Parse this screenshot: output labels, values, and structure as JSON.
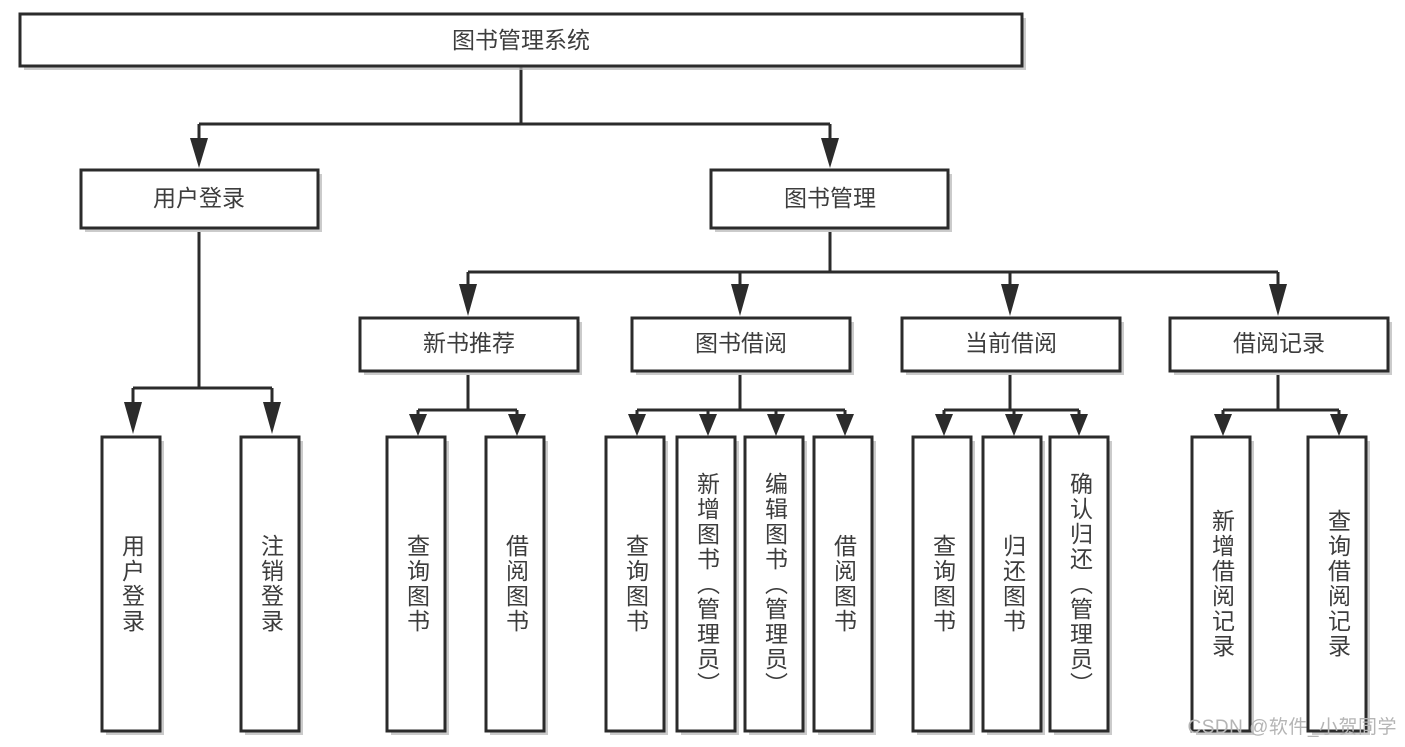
{
  "diagram": {
    "title": "图书管理系统",
    "watermark": "CSDN @软件_小贺同学",
    "colors": {
      "box_stroke": "#2b2b2b",
      "box_fill": "#ffffff",
      "text": "#3d3d3d",
      "shadow": "#b9b9b9",
      "watermark": "#b5b5b5",
      "background": "#ffffff"
    },
    "root": {
      "label": "图书管理系统"
    },
    "level2": [
      {
        "label": "用户登录"
      },
      {
        "label": "图书管理"
      }
    ],
    "level3": [
      {
        "label": "新书推荐"
      },
      {
        "label": "图书借阅"
      },
      {
        "label": "当前借阅"
      },
      {
        "label": "借阅记录"
      }
    ],
    "leaves": {
      "user_login": [
        {
          "label": "用户登录"
        },
        {
          "label": "注销登录"
        }
      ],
      "new_book_recommend": [
        {
          "label": "查询图书"
        },
        {
          "label": "借阅图书"
        }
      ],
      "book_borrow": [
        {
          "label": "查询图书"
        },
        {
          "label": "新增图书（管理员）"
        },
        {
          "label": "编辑图书（管理员）"
        },
        {
          "label": "借阅图书"
        }
      ],
      "current_borrow": [
        {
          "label": "查询图书"
        },
        {
          "label": "归还图书"
        },
        {
          "label": "确认归还（管理员）"
        }
      ],
      "borrow_record": [
        {
          "label": "新增借阅记录"
        },
        {
          "label": "查询借阅记录"
        }
      ]
    }
  }
}
